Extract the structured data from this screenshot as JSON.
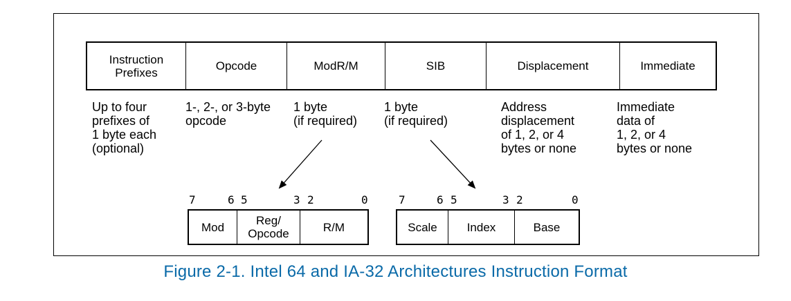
{
  "fields": [
    {
      "label": "Instruction\nPrefixes"
    },
    {
      "label": "Opcode"
    },
    {
      "label": "ModR/M"
    },
    {
      "label": "SIB"
    },
    {
      "label": "Displacement"
    },
    {
      "label": "Immediate"
    }
  ],
  "descriptions": [
    "Up to four\nprefixes of\n1 byte each\n(optional)",
    "1-, 2-, or 3-byte\nopcode",
    "1 byte\n(if required)",
    "1 byte\n(if required)",
    "Address\ndisplacement\nof 1, 2, or 4\nbytes or none",
    "Immediate\ndata of\n1, 2, or 4\nbytes or none"
  ],
  "modrm": {
    "bits": [
      "7",
      "6",
      "5",
      "3",
      "2",
      "0"
    ],
    "cells": [
      "Mod",
      "Reg/\nOpcode",
      "R/M"
    ]
  },
  "sib": {
    "bits": [
      "7",
      "6",
      "5",
      "3",
      "2",
      "0"
    ],
    "cells": [
      "Scale",
      "Index",
      "Base"
    ]
  },
  "caption": "Figure 2-1.  Intel 64 and IA-32 Architectures Instruction Format",
  "colors": {
    "caption": "#0a6aa8",
    "lines": "#000000"
  }
}
